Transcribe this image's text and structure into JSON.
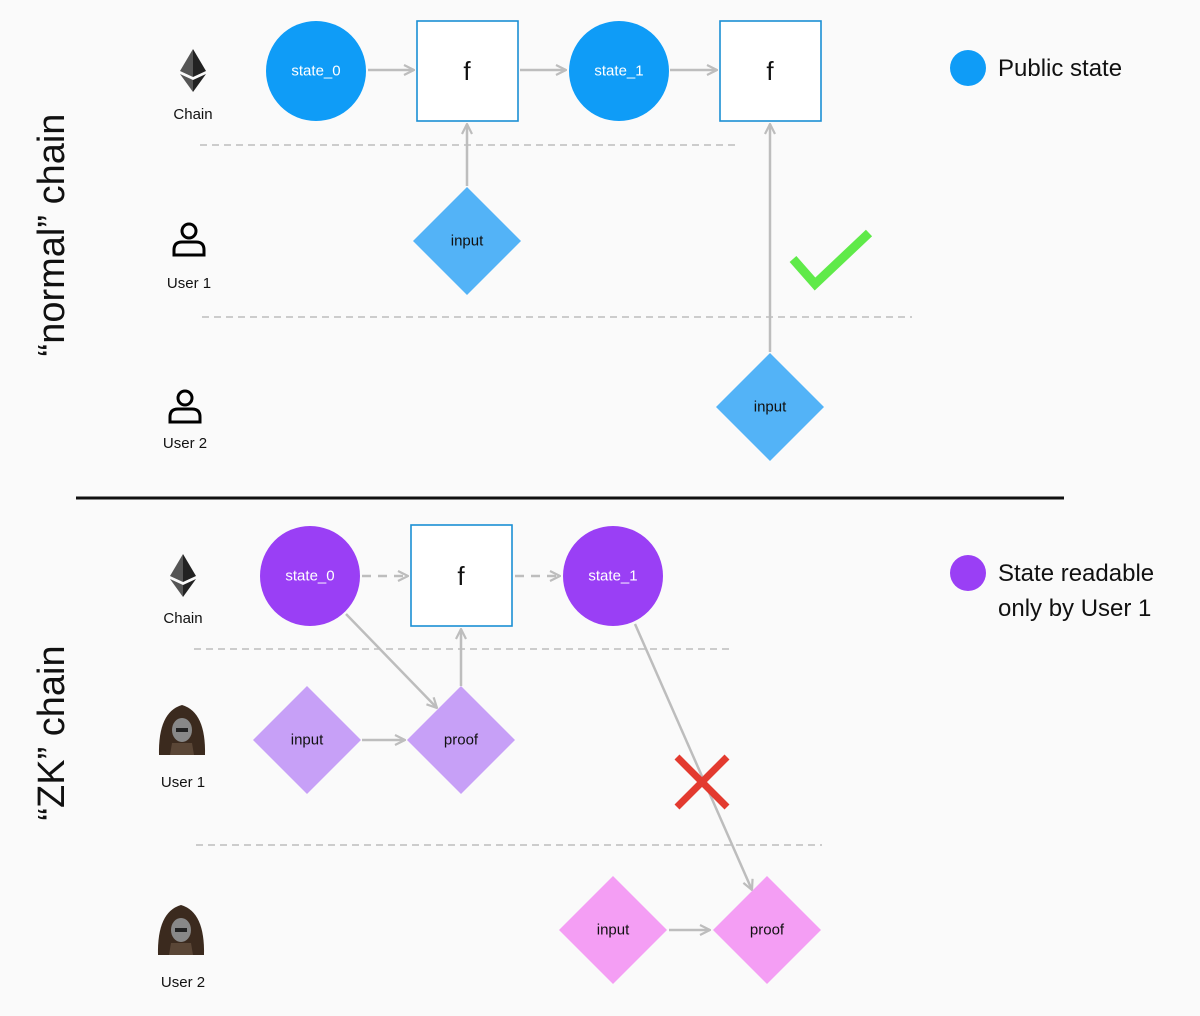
{
  "colors": {
    "public_state": "#0f9cf7",
    "public_input": "#53b3f7",
    "zk_state": "#9a3ff5",
    "user1_input": "#c7a0f7",
    "user2_input": "#f49ef4",
    "function_box_border": "#1b8fd4",
    "arrow": "#bdbdbd",
    "check": "#5fea49",
    "cross": "#e33a2f"
  },
  "normal": {
    "section_title": "“normal” chain",
    "lanes": {
      "chain": "Chain",
      "user1": "User 1",
      "user2": "User 2"
    },
    "state_0": "state_0",
    "state_1": "state_1",
    "f_1": "f",
    "f_2": "f",
    "input_user1": "input",
    "input_user2": "input",
    "legend": "Public state"
  },
  "zk": {
    "section_title": "“ZK” chain",
    "lanes": {
      "chain": "Chain",
      "user1": "User 1",
      "user2": "User 2"
    },
    "state_0": "state_0",
    "state_1": "state_1",
    "f": "f",
    "input_user1": "input",
    "proof_user1": "proof",
    "input_user2": "input",
    "proof_user2": "proof",
    "legend_line1": "State readable",
    "legend_line2": "only by User 1"
  },
  "icons": {
    "chain": "ethereum-icon",
    "user": "user-outline-icon",
    "avatar": "hooded-avatar-icon",
    "success": "checkmark-icon",
    "failure": "cross-icon"
  }
}
